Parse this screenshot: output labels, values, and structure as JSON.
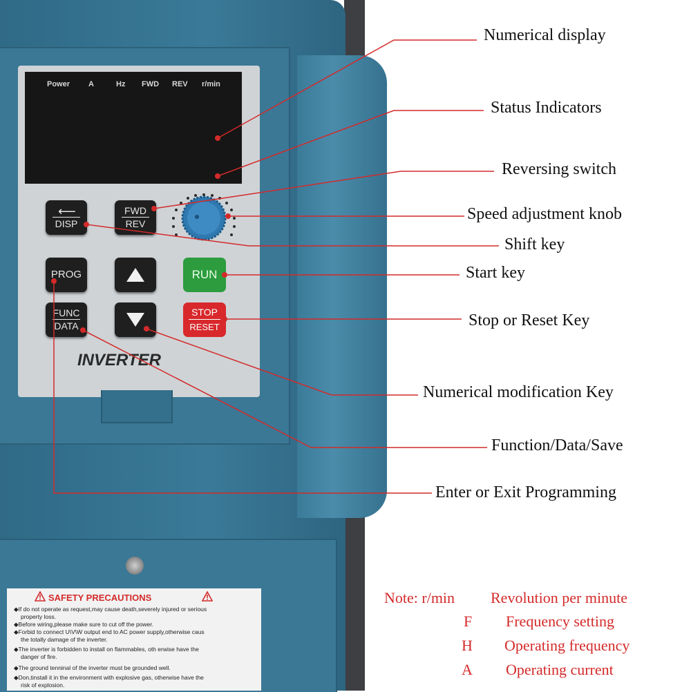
{
  "device": {
    "indicators": [
      "Power",
      "A",
      "Hz",
      "FWD",
      "REV",
      "r/min"
    ],
    "keys": {
      "shift_bottom": "DISP",
      "fwd_top": "FWD",
      "fwd_bottom": "REV",
      "prog": "PROG",
      "run": "RUN",
      "func_top": "FUNC",
      "func_bottom": "DATA",
      "stop_top": "STOP",
      "stop_bottom": "RESET"
    },
    "brand_text": "INVERTER"
  },
  "callouts": [
    "Numerical display",
    "Status Indicators",
    "Reversing switch",
    "Speed adjustment knob",
    "Shift key",
    "Start key",
    "Stop or Reset Key",
    "Numerical modification Key",
    "Function/Data/Save",
    "Enter or Exit Programming"
  ],
  "safety_label": {
    "title": "SAFETY PRECAUTIONS",
    "lines": [
      "◆If do not operate as request,may cause death,severely injured or serious",
      "property loss.",
      "◆Before wiring,please make sure to cut off the power.",
      "◆Forbid to connect U\\V\\W output end to AC power supply,otherwise caus",
      "the totally damage of the inverter.",
      "◆The inverter is forbidden to install on flammables, oth erwise have the",
      "danger of fire.",
      "◆The ground tenninal of the inverter must be grounded well.",
      "◆Don,tinstall it in the environment with explosive gas, otherwise have the",
      "risk of explosion."
    ]
  },
  "notes": {
    "prefix": "Note: r/min",
    "rows": [
      {
        "symbol": "",
        "meaning": "Revolution per minute"
      },
      {
        "symbol": "F",
        "meaning": "Frequency setting"
      },
      {
        "symbol": "H",
        "meaning": "Operating frequency"
      },
      {
        "symbol": "A",
        "meaning": "Operating current"
      }
    ]
  },
  "colors": {
    "leader_line": "#d42a2a",
    "casing": "#3a7896",
    "run_key": "#2c9c3e",
    "stop_key": "#d8282c"
  }
}
